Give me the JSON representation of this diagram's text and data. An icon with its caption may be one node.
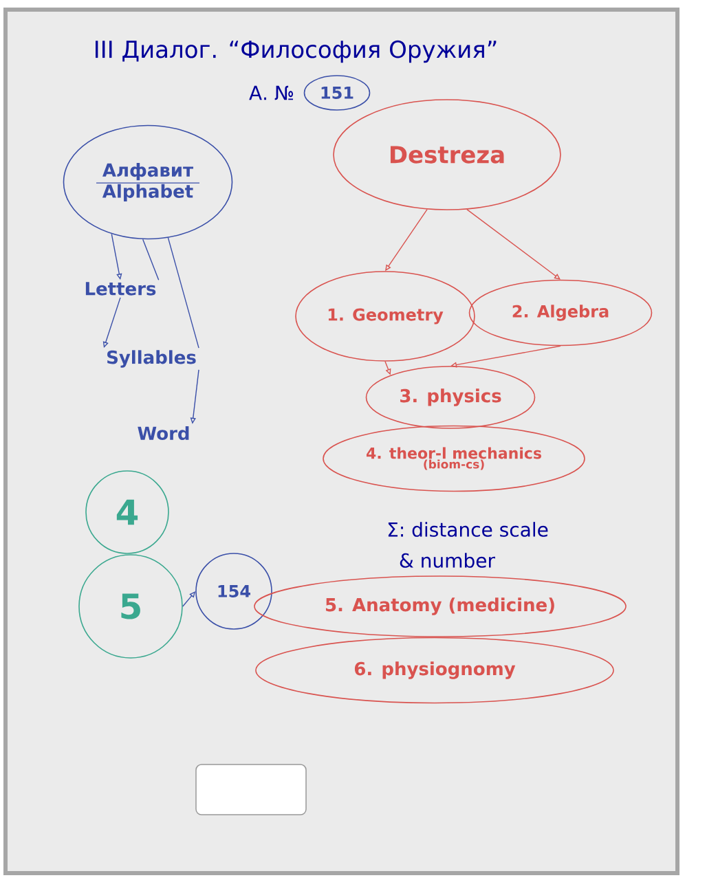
{
  "diagram": {
    "title": "III Диалог. “Философия Оружия”",
    "nodes": [
      {
        "text": [
          "151"
        ]
      },
      {
        "text": [
          "Алфавит",
          "Alphabet"
        ]
      },
      {
        "text": [
          "Letters"
        ]
      },
      {
        "text": [
          "Syllables"
        ]
      },
      {
        "text": [
          "Word"
        ]
      },
      {
        "text": [
          "Destreza"
        ]
      },
      {
        "text": [
          "1. Geometry"
        ]
      },
      {
        "text": [
          "2. Algebra"
        ]
      },
      {
        "text": [
          "3. physics"
        ]
      },
      {
        "text": [
          "4. theor-l mechanics",
          "(biom-cs)"
        ]
      },
      {
        "text": [
          "4"
        ]
      },
      {
        "text": [
          "5"
        ]
      },
      {
        "text": [
          "154"
        ]
      },
      {
        "text": [
          "5. Anatomy (medicine)"
        ]
      },
      {
        "text": [
          "6. physiognomy"
        ]
      }
    ],
    "edges": [
      {
        "from": 1,
        "to": 2,
        "arrow": "to"
      },
      {
        "from": 1,
        "to": 2,
        "arrow": "none"
      },
      {
        "from": 1,
        "to": 3,
        "arrow": "none"
      },
      {
        "from": 2,
        "to": 3,
        "arrow": "to"
      },
      {
        "from": 3,
        "to": 4,
        "arrow": "to"
      },
      {
        "from": 5,
        "to": 6,
        "arrow": "to",
        "color": "#d9534f"
      },
      {
        "from": 5,
        "to": 7,
        "arrow": "to",
        "color": "#d9534f"
      },
      {
        "from": 6,
        "to": 8,
        "arrow": "to",
        "color": "#d9534f"
      },
      {
        "from": 7,
        "to": 8,
        "arrow": "to",
        "color": "#d9534f"
      },
      {
        "from": 11,
        "to": 12,
        "arrow": "to"
      }
    ],
    "labels": [
      "А. №",
      "Σ: distance scale",
      "& number"
    ]
  }
}
